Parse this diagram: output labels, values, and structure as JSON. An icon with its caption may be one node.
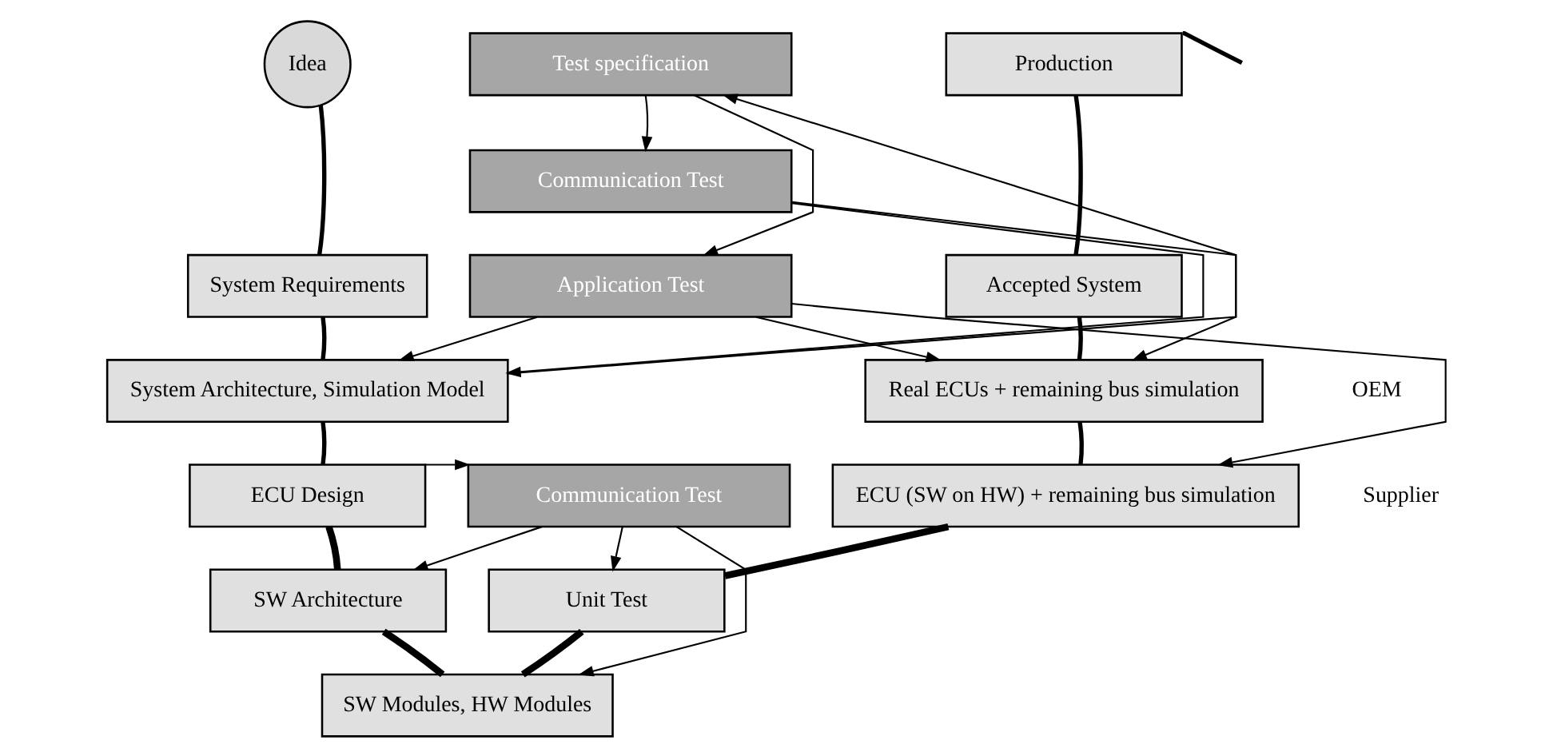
{
  "diagram": {
    "nodes": [
      {
        "text": [
          "Idea"
        ]
      },
      {
        "text": [
          "Test specification"
        ]
      },
      {
        "text": [
          "Communication Test"
        ]
      },
      {
        "text": [
          "Application Test"
        ]
      },
      {
        "text": [
          "Production"
        ]
      },
      {
        "text": [
          "System Requirements"
        ]
      },
      {
        "text": [
          "Accepted System"
        ]
      },
      {
        "text": [
          "System Architecture, Simulation Model"
        ]
      },
      {
        "text": [
          "Real ECUs + remaining bus simulation"
        ]
      },
      {
        "text": [
          "ECU Design"
        ]
      },
      {
        "text": [
          "Communication Test"
        ]
      },
      {
        "text": [
          "ECU (SW on HW) + remaining bus simulation"
        ]
      },
      {
        "text": [
          "SW Architecture"
        ]
      },
      {
        "text": [
          "Unit Test"
        ]
      },
      {
        "text": [
          "SW Modules, HW Modules"
        ]
      }
    ],
    "edges": [
      {
        "from": 0,
        "to": 5,
        "arrow": "none",
        "style": "thick"
      },
      {
        "from": 5,
        "to": 7,
        "arrow": "none",
        "style": "thick"
      },
      {
        "from": 7,
        "to": 9,
        "arrow": "none",
        "style": "thick"
      },
      {
        "from": 9,
        "to": 12,
        "arrow": "none",
        "style": "thick"
      },
      {
        "from": 12,
        "to": 14,
        "arrow": "none",
        "style": "thick"
      },
      {
        "from": 14,
        "to": 13,
        "arrow": "none",
        "style": "thick"
      },
      {
        "from": 13,
        "to": 11,
        "arrow": "none",
        "style": "thick"
      },
      {
        "from": 11,
        "to": 8,
        "arrow": "none",
        "style": "thick"
      },
      {
        "from": 8,
        "to": 6,
        "arrow": "none",
        "style": "thick"
      },
      {
        "from": 6,
        "to": 4,
        "arrow": "none",
        "style": "thick"
      },
      {
        "from": 4,
        "to": null,
        "arrow": "none",
        "style": "thick"
      },
      {
        "from": 7,
        "to": 1,
        "arrow": "to"
      },
      {
        "from": 1,
        "to": 2,
        "arrow": "to"
      },
      {
        "from": 1,
        "to": 3,
        "arrow": "to"
      },
      {
        "from": 2,
        "to": 7,
        "arrow": "to"
      },
      {
        "from": 2,
        "to": 8,
        "arrow": "to"
      },
      {
        "from": 3,
        "to": 7,
        "arrow": "to"
      },
      {
        "from": 3,
        "to": 8,
        "arrow": "to"
      },
      {
        "from": 3,
        "to": 11,
        "arrow": "to"
      },
      {
        "from": 9,
        "to": 10,
        "arrow": "to"
      },
      {
        "from": 10,
        "to": 12,
        "arrow": "to"
      },
      {
        "from": 10,
        "to": 14,
        "arrow": "to"
      },
      {
        "from": 10,
        "to": 13,
        "arrow": "to"
      }
    ],
    "labels": [
      "OEM",
      "Supplier"
    ]
  }
}
